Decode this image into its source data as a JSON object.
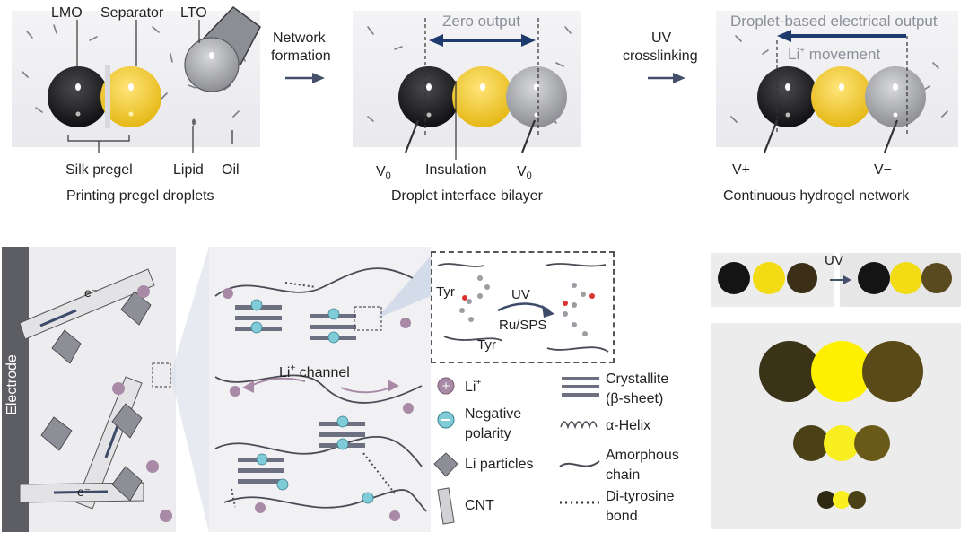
{
  "top": {
    "panel1": {
      "labels": {
        "lmo": "LMO",
        "separator": "Separator",
        "lto": "LTO",
        "silk_pregel": "Silk pregel",
        "lipid": "Lipid",
        "oil": "Oil"
      },
      "caption": "Printing pregel droplets"
    },
    "arrow1": {
      "line1": "Network",
      "line2": "formation"
    },
    "panel2": {
      "labels": {
        "zero_output": "Zero output",
        "v0_left": "V",
        "v0_right": "V",
        "v0_sub": "0",
        "insulation": "Insulation"
      },
      "caption": "Droplet interface bilayer"
    },
    "arrow2": {
      "line1": "UV",
      "line2": "crosslinking"
    },
    "panel3": {
      "labels": {
        "output": "Droplet-based electrical output",
        "li_movement": "Li",
        "li_movement_sup": "+",
        "li_movement_rest": " movement",
        "v_plus": "V+",
        "v_minus": "V−"
      },
      "caption": "Continuous hydrogel network"
    }
  },
  "bottom": {
    "electrode": "Electrode",
    "electron": "e⁻",
    "channel": {
      "prefix": "Li",
      "sup": "+",
      "rest": " channel"
    },
    "inset": {
      "tyr_top": "Tyr",
      "tyr_bottom": "Tyr",
      "uv": "UV",
      "ru": "Ru/SPS"
    },
    "legend": {
      "li": {
        "text": "Li",
        "sup": "+"
      },
      "negative": {
        "line1": "Negative",
        "line2": "polarity"
      },
      "li_particles": "Li particles",
      "cnt": "CNT",
      "crystallite": {
        "line1": "Crystallite",
        "line2": "(β-sheet)"
      },
      "helix": "α-Helix",
      "amorphous": {
        "line1": "Amorphous",
        "line2": "chain"
      },
      "ditrosine": {
        "line1": "Di-tyrosine",
        "line2": "bond"
      }
    },
    "photo_uv": "UV"
  },
  "colors": {
    "lmo": "#1e1e20",
    "separator": "#f2cf2a",
    "lto": "#a9aaae",
    "arrow": "#44506a",
    "li_purple": "#a88aa6",
    "cyan": "#7fcbd8"
  }
}
